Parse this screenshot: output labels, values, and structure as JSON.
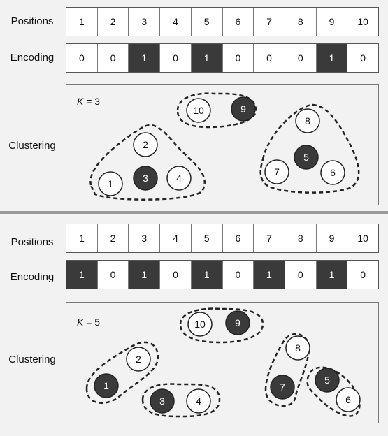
{
  "top": {
    "positions_label": "Positions",
    "encoding_label": "Encoding",
    "clustering_label": "Clustering",
    "positions": [
      "1",
      "2",
      "3",
      "4",
      "5",
      "6",
      "7",
      "8",
      "9",
      "10"
    ],
    "encoding": [
      "0",
      "0",
      "1",
      "0",
      "1",
      "0",
      "0",
      "0",
      "1",
      "0"
    ],
    "k_symbol": "K",
    "k_value": "= 3",
    "nodes": [
      {
        "label": "1",
        "filled": false
      },
      {
        "label": "2",
        "filled": false
      },
      {
        "label": "3",
        "filled": true
      },
      {
        "label": "4",
        "filled": false
      },
      {
        "label": "5",
        "filled": true
      },
      {
        "label": "6",
        "filled": false
      },
      {
        "label": "7",
        "filled": false
      },
      {
        "label": "8",
        "filled": false
      },
      {
        "label": "9",
        "filled": true
      },
      {
        "label": "10",
        "filled": false
      }
    ]
  },
  "bottom": {
    "positions_label": "Positions",
    "encoding_label": "Encoding",
    "clustering_label": "Clustering",
    "positions": [
      "1",
      "2",
      "3",
      "4",
      "5",
      "6",
      "7",
      "8",
      "9",
      "10"
    ],
    "encoding": [
      "1",
      "0",
      "1",
      "0",
      "1",
      "0",
      "1",
      "0",
      "1",
      "0"
    ],
    "k_symbol": "K",
    "k_value": "= 5",
    "nodes": [
      {
        "label": "1",
        "filled": true
      },
      {
        "label": "2",
        "filled": false
      },
      {
        "label": "3",
        "filled": true
      },
      {
        "label": "4",
        "filled": false
      },
      {
        "label": "5",
        "filled": true
      },
      {
        "label": "6",
        "filled": false
      },
      {
        "label": "7",
        "filled": true
      },
      {
        "label": "8",
        "filled": false
      },
      {
        "label": "9",
        "filled": true
      },
      {
        "label": "10",
        "filled": false
      }
    ]
  },
  "colors": {
    "filled": "#3a3a3a",
    "outline": "#222222",
    "empty": "#ffffff"
  }
}
